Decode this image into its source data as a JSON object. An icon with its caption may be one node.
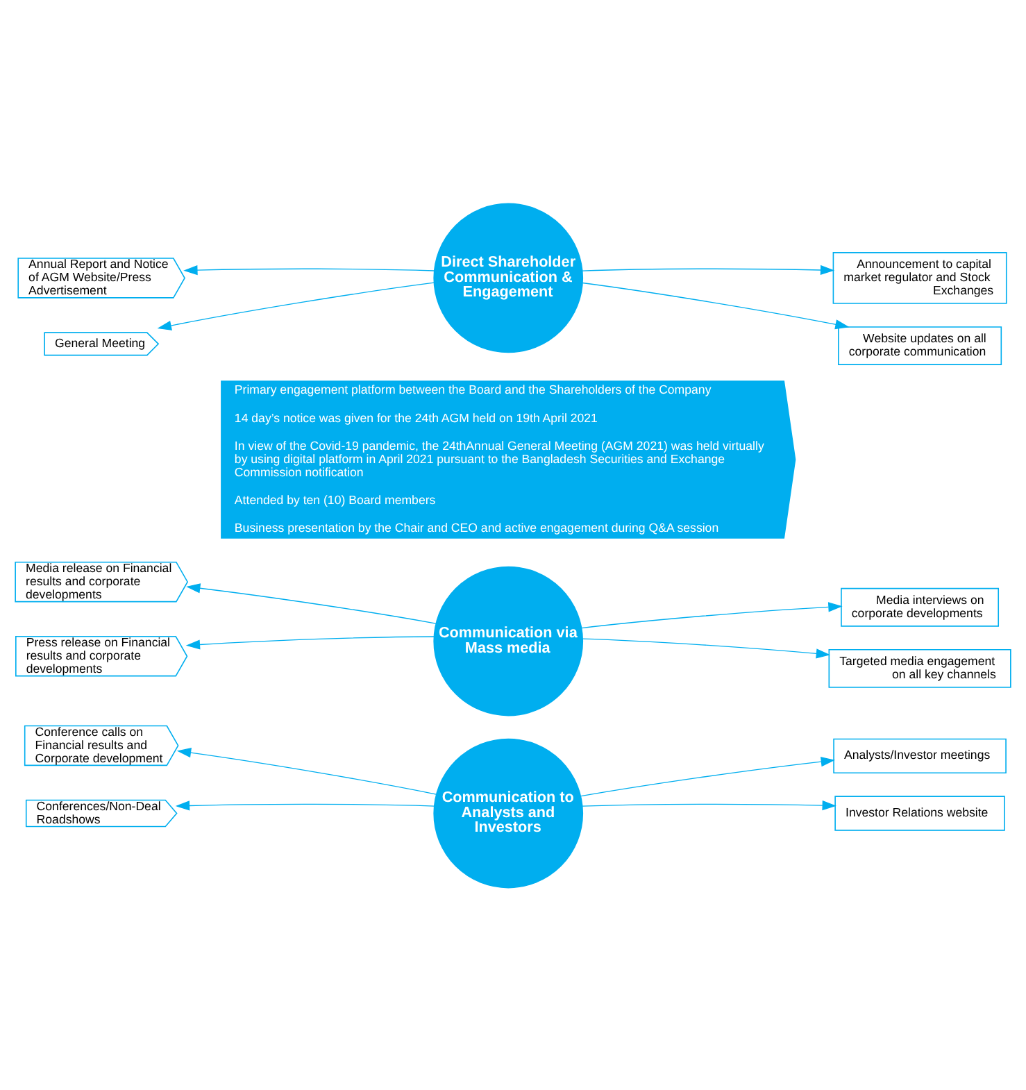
{
  "diagram": {
    "nodes": [
      {
        "text": [
          "Annual Report and Notice of AGM Website/Press Advertisement"
        ]
      },
      {
        "text": [
          "Direct Shareholder Communication & Engagement"
        ]
      },
      {
        "text": [
          "Announcement to capital market regulator and Stock Exchanges"
        ]
      },
      {
        "text": [
          "General Meeting"
        ]
      },
      {
        "text": [
          "Website updates on all corporate communication"
        ]
      },
      {
        "text": [
          "Primary engagement platform between the Board and the Shareholders of the Company",
          "14 day’s notice was given for the 24th AGM held on 19th April 2021",
          "In view of the Covid-19 pandemic, the 24thAnnual General Meeting (AGM 2021) was held virtually by using digital platform in April 2021 pursuant to the Bangladesh Securities and Exchange Commission notification",
          "Attended by ten (10) Board members",
          "Business presentation by the Chair and CEO and active engagement during Q&A session"
        ]
      },
      {
        "text": [
          "Media release on Financial results and corporate developments"
        ]
      },
      {
        "text": [
          "Media interviews on corporate developments"
        ]
      },
      {
        "text": [
          "Communication via Mass media"
        ]
      },
      {
        "text": [
          "Press release on Financial results and corporate developments"
        ]
      },
      {
        "text": [
          "Targeted media engagement on all key channels"
        ]
      },
      {
        "text": [
          "Conference calls on Financial results and Corporate development"
        ]
      },
      {
        "text": [
          "Communication to Analysts and Investors"
        ]
      },
      {
        "text": [
          "Analysts/Investor meetings"
        ]
      },
      {
        "text": [
          "Conferences/Non-Deal Roadshows"
        ]
      },
      {
        "text": [
          "Investor Relations website"
        ]
      }
    ],
    "edges": [
      {
        "from": 1,
        "to": 0,
        "arrow": "to"
      },
      {
        "from": 1,
        "to": 2,
        "arrow": "to"
      },
      {
        "from": 1,
        "to": 3,
        "arrow": "to"
      },
      {
        "from": 1,
        "to": 4,
        "arrow": "to"
      },
      {
        "from": 8,
        "to": 6,
        "arrow": "to"
      },
      {
        "from": 8,
        "to": 7,
        "arrow": "to"
      },
      {
        "from": 8,
        "to": 9,
        "arrow": "to"
      },
      {
        "from": 8,
        "to": 10,
        "arrow": "to"
      },
      {
        "from": 12,
        "to": 11,
        "arrow": "to"
      },
      {
        "from": 12,
        "to": 13,
        "arrow": "to"
      },
      {
        "from": 12,
        "to": 14,
        "arrow": "to"
      },
      {
        "from": 12,
        "to": 15,
        "arrow": "to"
      }
    ]
  }
}
